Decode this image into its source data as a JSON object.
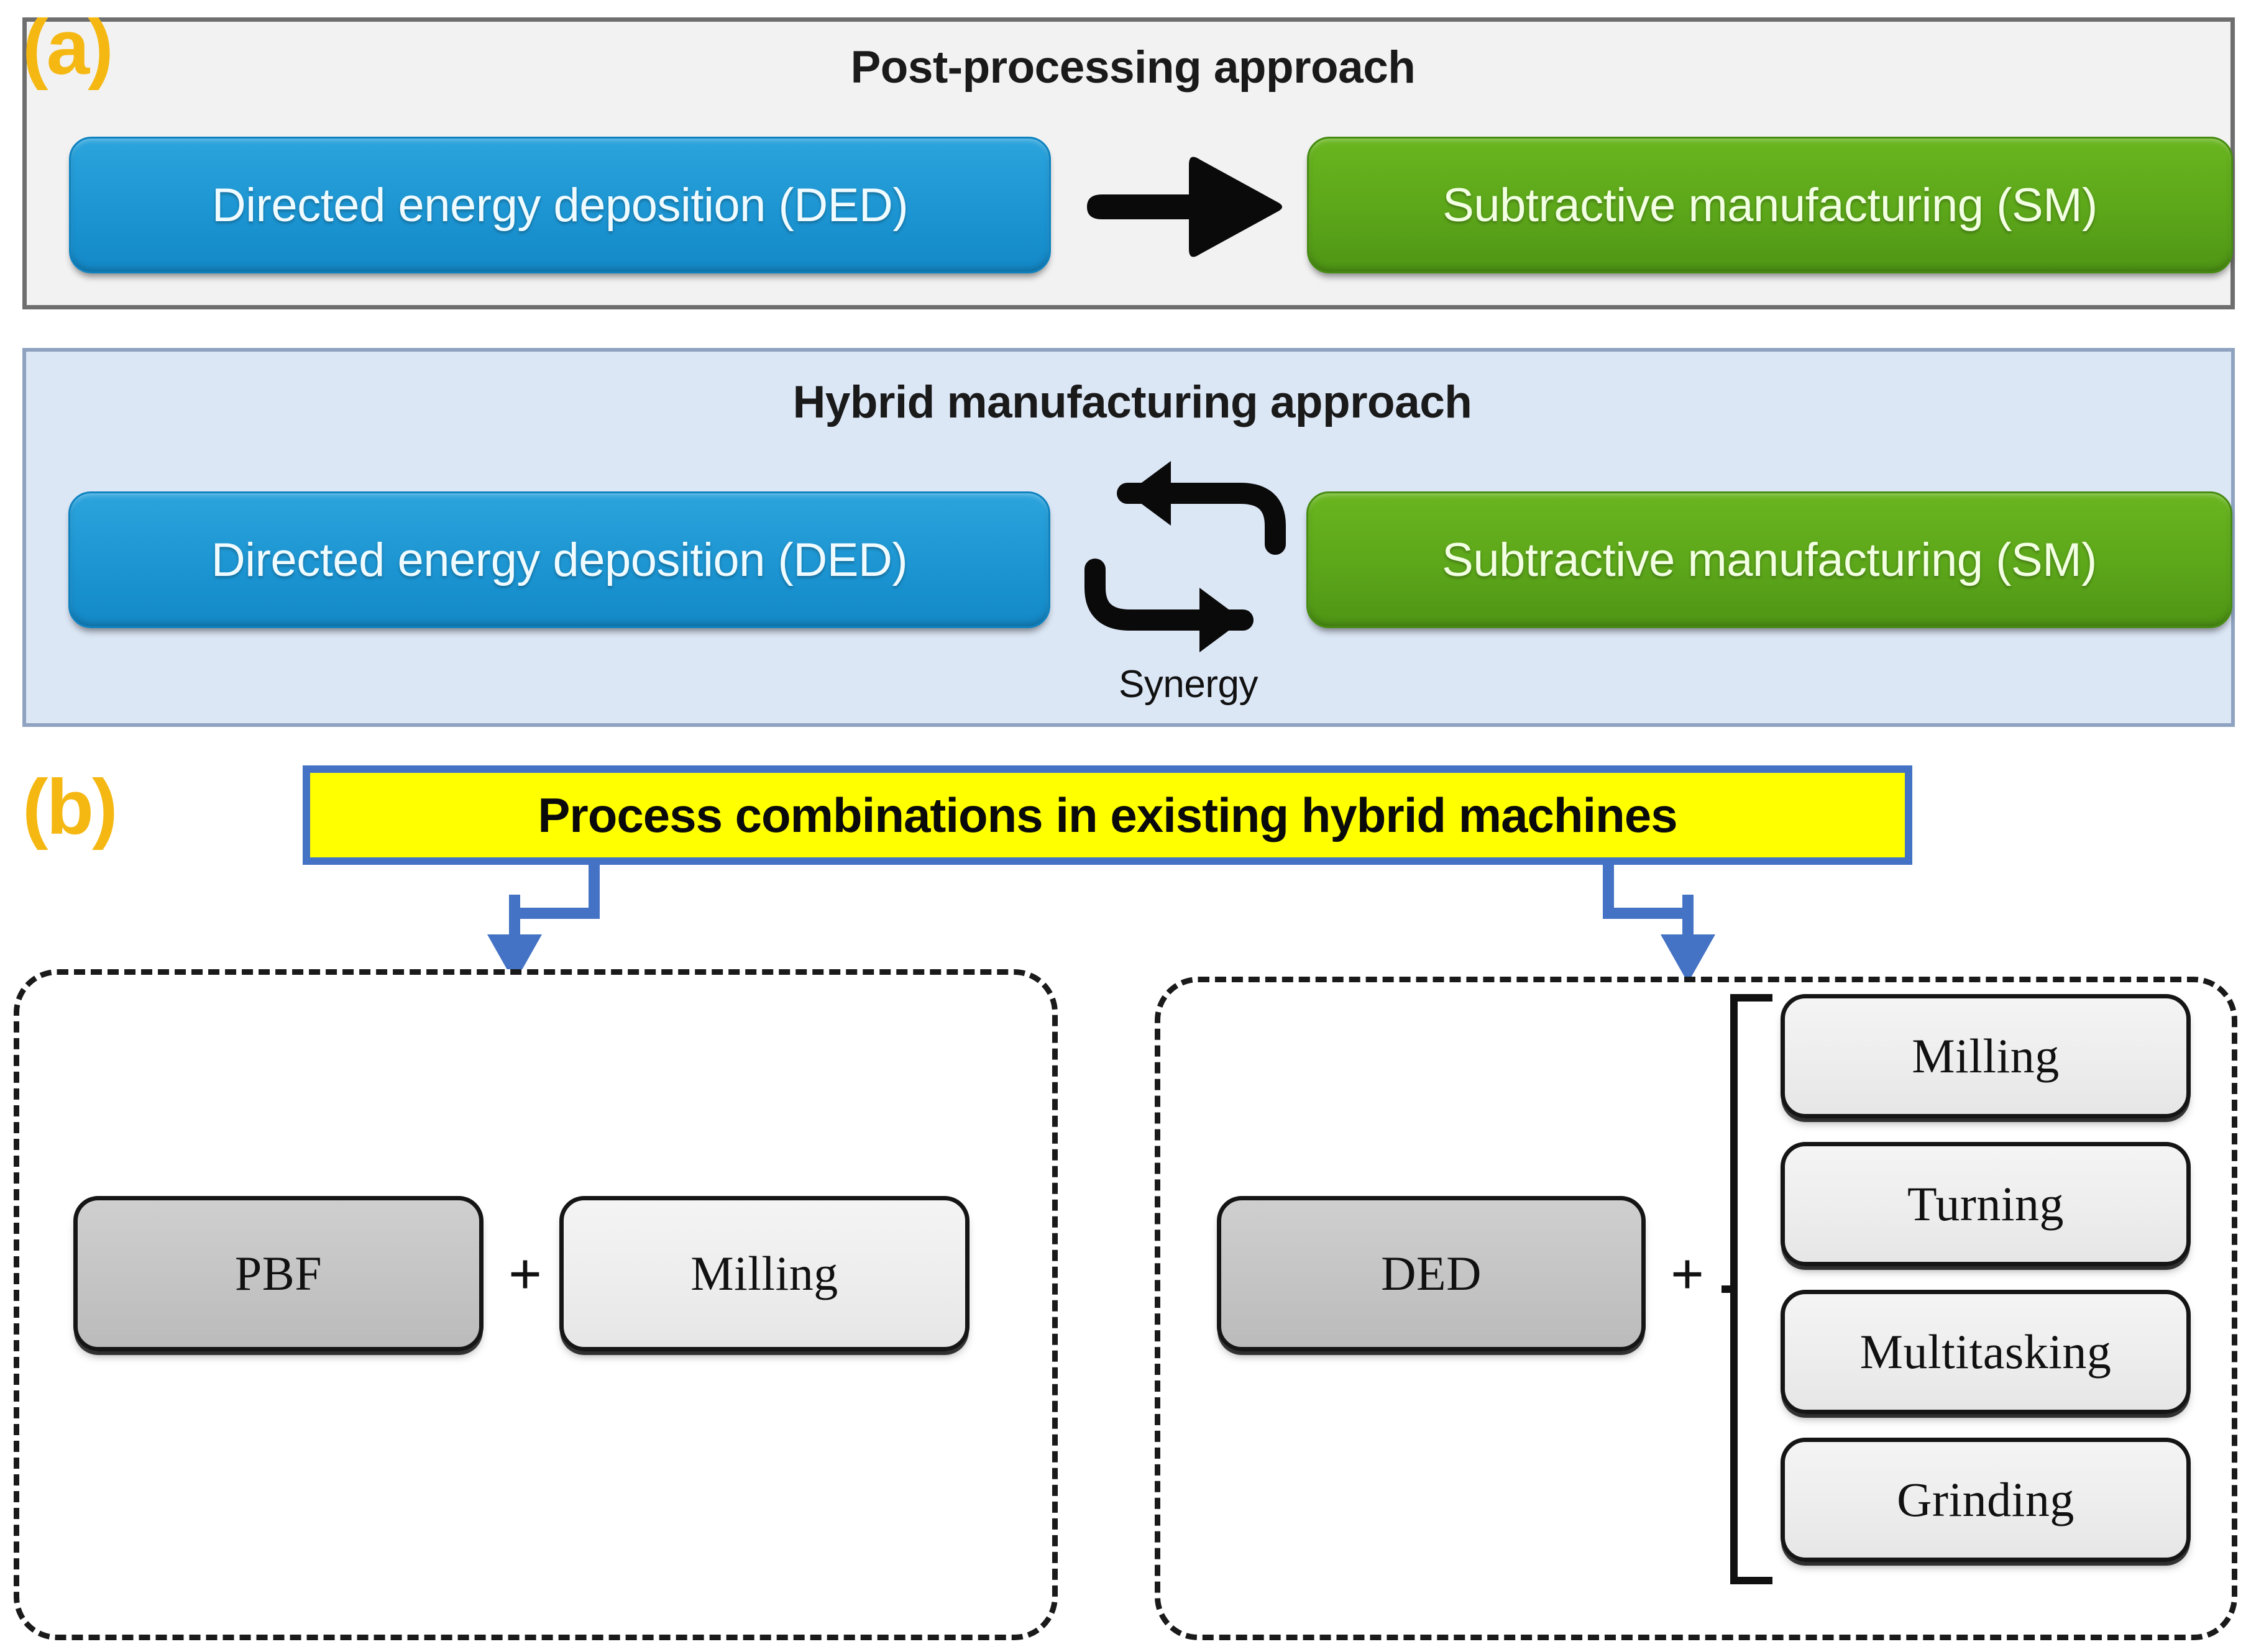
{
  "panel_a": {
    "corner_label": "(a)",
    "title": "Post-processing approach",
    "boxes": [
      {
        "id": "ded",
        "label": "Directed energy deposition (DED)",
        "color": "#1C95D2"
      },
      {
        "id": "sm",
        "label": "Subtractive manufacturing (SM)",
        "color": "#5CA61A"
      }
    ],
    "arrow": "right-arrow-icon"
  },
  "panel_hybrid": {
    "title": "Hybrid manufacturing approach",
    "background": "#DCE7F6",
    "boxes": [
      {
        "id": "ded",
        "label": "Directed energy deposition (DED)",
        "color": "#1C95D2"
      },
      {
        "id": "sm",
        "label": "Subtractive manufacturing (SM)",
        "color": "#5CA61A"
      }
    ],
    "synergy_label": "Synergy",
    "arrows": "bidirectional-cycle-icon"
  },
  "panel_b": {
    "corner_label": "(b)",
    "banner": {
      "text": "Process combinations in existing hybrid machines",
      "fill": "#FFFF00",
      "border": "#4472C4"
    },
    "groups": [
      {
        "id": "pbf-group",
        "primary": {
          "label": "PBF",
          "shade": "dark"
        },
        "operator": "+",
        "secondary": [
          {
            "label": "Milling",
            "shade": "light"
          }
        ]
      },
      {
        "id": "ded-group",
        "primary": {
          "label": "DED",
          "shade": "dark"
        },
        "operator": "+",
        "secondary": [
          {
            "label": "Milling",
            "shade": "light"
          },
          {
            "label": "Turning",
            "shade": "light"
          },
          {
            "label": "Multitasking",
            "shade": "light"
          },
          {
            "label": "Grinding",
            "shade": "light"
          }
        ]
      }
    ]
  }
}
